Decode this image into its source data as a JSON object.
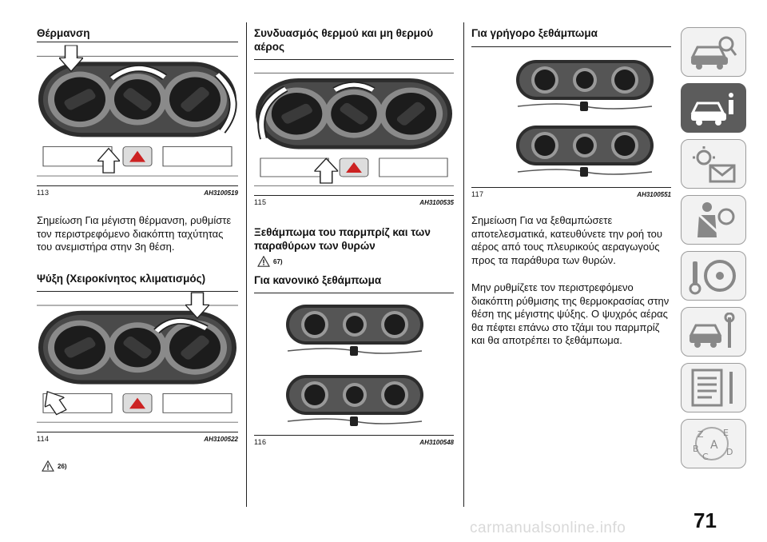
{
  "page_number": "71",
  "watermark": "carmanualsonline.info",
  "col1": {
    "heading1": "Θέρμανση",
    "fig1": {
      "number": "113",
      "code": "AH3100519"
    },
    "para1": "Σημείωση  Για μέγιστη θέρμανση, ρυθμίστε τον περιστρεφόμενο διακόπτη ταχύτητας του ανεμιστήρα στην 3η θέση.",
    "heading2": "Ψύξη (Χειροκίνητος κλιματισμός)",
    "fig2": {
      "number": "114",
      "code": "AH3100522"
    },
    "warn_ref": "26)"
  },
  "col2": {
    "heading1": "Συνδυασμός θερμού και μη θερμού αέρος",
    "fig1": {
      "number": "115",
      "code": "AH3100535"
    },
    "heading2": "Ξεθάμπωμα του παρμπρίζ και των παραθύρων των θυρών",
    "warn_ref": "67)",
    "heading3": "Για κανονικό ξεθάμπωμα",
    "fig2": {
      "number": "116",
      "code": "AH3100548"
    }
  },
  "col3": {
    "heading1": "Για γρήγορο ξεθάμπωμα",
    "fig1": {
      "number": "117",
      "code": "AH3100551"
    },
    "para1": "Σημείωση  Για να ξεθαμπώσετε αποτελεσματικά, κατευθύνετε την ροή του αέρος από τους πλευρικούς αεραγωγούς προς τα παράθυρα των θυρών.",
    "para2": "Μην ρυθμίζετε τον περιστρεφόμενο διακόπτη ρύθμισης της θερμοκρασίας στην θέση της μέγιστης ψύξης. Ο ψυχρός αέρας θα πέφτει επάνω στο τζάμι του παρμπρίζ και θα αποτρέπει το ξεθάμπωμα."
  },
  "sidebar_tabs": [
    {
      "icon": "car-search-icon",
      "active": false
    },
    {
      "icon": "car-info-icon",
      "active": true
    },
    {
      "icon": "warning-lights-message-icon",
      "active": false
    },
    {
      "icon": "seatbelt-airbag-icon",
      "active": false
    },
    {
      "icon": "steering-wheel-key-icon",
      "active": false
    },
    {
      "icon": "car-wrench-icon",
      "active": false
    },
    {
      "icon": "specifications-list-icon",
      "active": false
    },
    {
      "icon": "alphabet-index-icon",
      "active": false
    }
  ]
}
